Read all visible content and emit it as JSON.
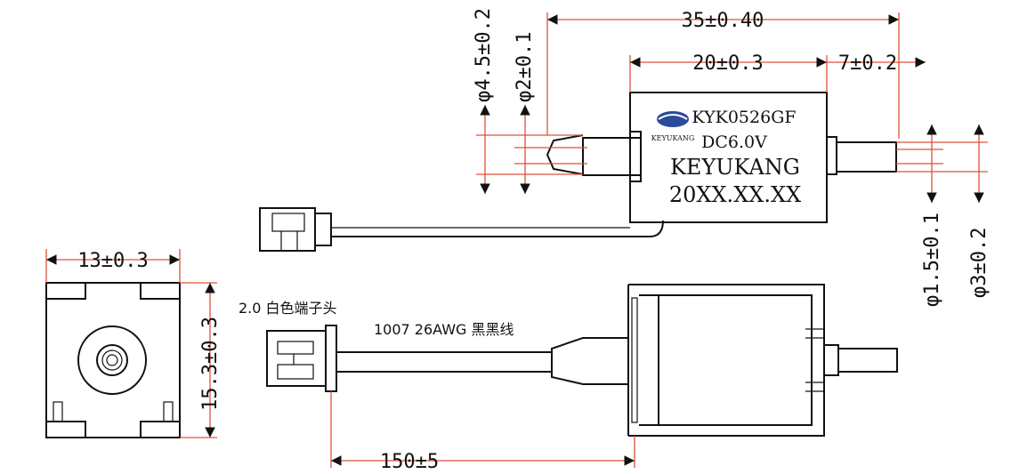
{
  "dimensions": {
    "overall_length": "35±0.40",
    "body_length": "20±0.3",
    "outlet_length": "7±0.2",
    "inlet_outer_dia": "φ4.5±0.2",
    "inlet_inner_dia": "φ2±0.1",
    "outlet_inner_dia": "φ1.5±0.1",
    "outlet_outer_dia": "φ3±0.2",
    "end_width": "13±0.3",
    "end_height": "15.3±0.3",
    "wire_length": "150±5"
  },
  "body_label": {
    "model": "KYK0526GF",
    "voltage": "DC6.0V",
    "brand": "KEYUKANG",
    "date": "20XX.XX.XX",
    "logo_text": "KEYUKANG"
  },
  "notes": {
    "connector": "2.0 白色端子头",
    "wire": "1007 26AWG 黑黑线"
  },
  "colors": {
    "line": "#111111",
    "dimension_line": "#e0503a",
    "logo": "#2a4a9a"
  }
}
